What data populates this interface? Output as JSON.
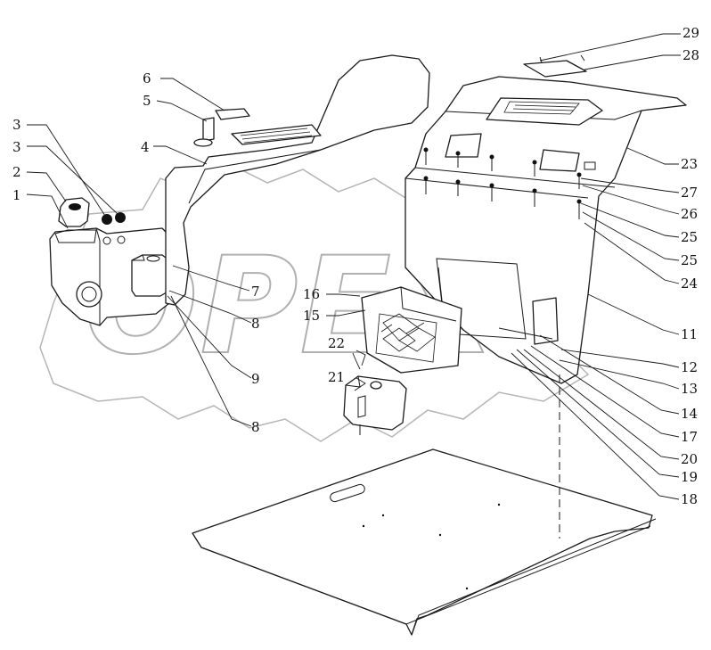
{
  "diagram": {
    "callouts": [
      "1",
      "2",
      "3",
      "3",
      "4",
      "5",
      "6",
      "7",
      "8",
      "9",
      "8",
      "11",
      "12",
      "13",
      "14",
      "15",
      "16",
      "17",
      "18",
      "19",
      "20",
      "21",
      "22",
      "23",
      "24",
      "25",
      "25",
      "26",
      "27",
      "28",
      "29"
    ]
  },
  "watermark": {
    "text": "OPEX"
  },
  "colors": {
    "line": "#1a1a1a",
    "watermark": "#b0b0b0",
    "background": "#ffffff"
  }
}
